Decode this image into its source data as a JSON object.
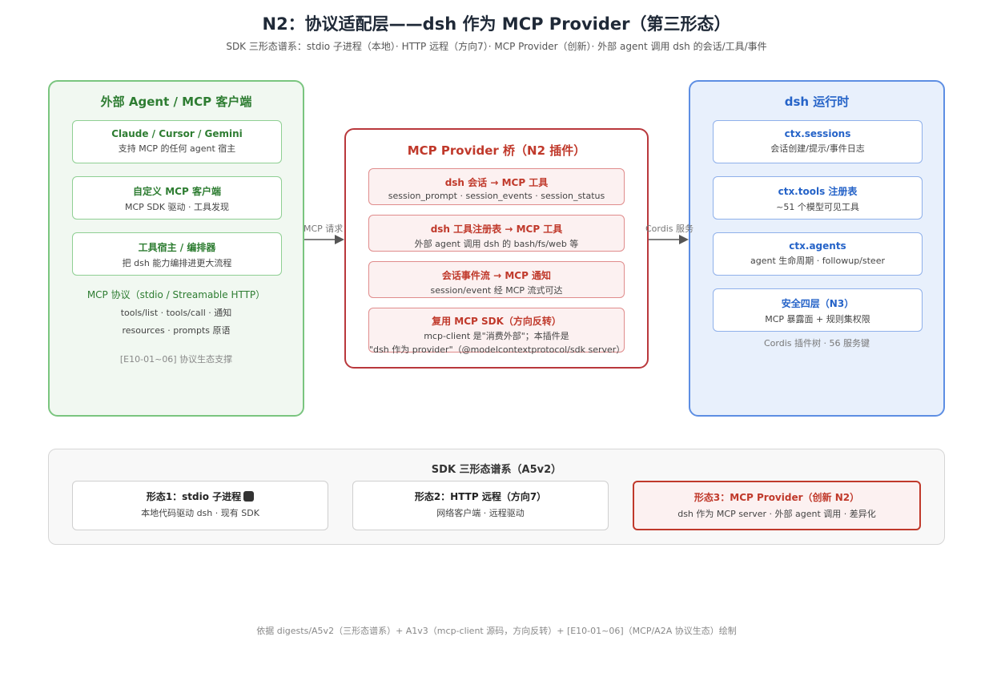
{
  "header": {
    "title": "N2：协议适配层——dsh 作为 MCP Provider（第三形态）",
    "subtitle": "SDK 三形态谱系：stdio 子进程（本地）· HTTP 远程（方向7）· MCP Provider（创新）· 外部 agent 调用 dsh 的会话/工具/事件"
  },
  "left": {
    "title": "外部 Agent / MCP 客户端",
    "cards": [
      {
        "title": "Claude / Cursor / Gemini",
        "desc": "支持 MCP 的任何 agent 宿主"
      },
      {
        "title": "自定义 MCP 客户端",
        "desc": "MCP SDK 驱动 · 工具发现"
      },
      {
        "title": "工具宿主 / 编排器",
        "desc": "把 dsh 能力编排进更大流程"
      }
    ],
    "protocol_title": "MCP 协议（stdio / Streamable HTTP）",
    "protocol_line1": "tools/list · tools/call · 通知",
    "protocol_line2": "resources · prompts 原语",
    "ref": "[E10-01~06] 协议生态支撑"
  },
  "middle": {
    "title": "MCP Provider 桥（N2 插件）",
    "cards": [
      {
        "title": "dsh 会话 → MCP 工具",
        "desc": "session_prompt · session_events · session_status"
      },
      {
        "title": "dsh 工具注册表 → MCP 工具",
        "desc": "外部 agent 调用 dsh 的 bash/fs/web 等"
      },
      {
        "title": "会话事件流 → MCP 通知",
        "desc": "session/event 经 MCP 流式可达"
      },
      {
        "title": "复用 MCP SDK（方向反转）",
        "desc": "mcp-client 是\"消费外部\"；本插件是",
        "desc2": "\"dsh 作为 provider\"（@modelcontextprotocol/sdk server）"
      }
    ]
  },
  "right": {
    "title": "dsh 运行时",
    "cards": [
      {
        "title": "ctx.sessions",
        "desc": "会话创建/提示/事件日志"
      },
      {
        "title": "ctx.tools 注册表",
        "desc": "~51 个模型可见工具"
      },
      {
        "title": "ctx.agents",
        "desc": "agent 生命周期 · followup/steer"
      },
      {
        "title": "安全四层（N3）",
        "desc": "MCP 暴露面 + 规则集权限"
      }
    ],
    "note": "Cordis 插件树 · 56 服务键"
  },
  "arrows": {
    "left_label": "MCP 请求",
    "right_label": "Cordis 服务"
  },
  "bottom": {
    "title": "SDK 三形态谱系（A5v2）",
    "cards": [
      {
        "title": "形态1：stdio 子进程",
        "desc": "本地代码驱动 dsh · 现有 SDK"
      },
      {
        "title": "形态2：HTTP 远程（方向7）",
        "desc": "网络客户端 · 远程驱动"
      },
      {
        "title": "形态3：MCP Provider（创新 N2）",
        "desc": "dsh 作为 MCP server · 外部 agent 调用 · 差异化"
      }
    ]
  },
  "footer": "依据 digests/A5v2（三形态谱系）+ A1v3（mcp-client 源码，方向反转）+ [E10-01~06]（MCP/A2A 协议生态）绘制",
  "colors": {
    "green": "#2e7d32",
    "red": "#c0392b",
    "blue": "#2563c8"
  }
}
